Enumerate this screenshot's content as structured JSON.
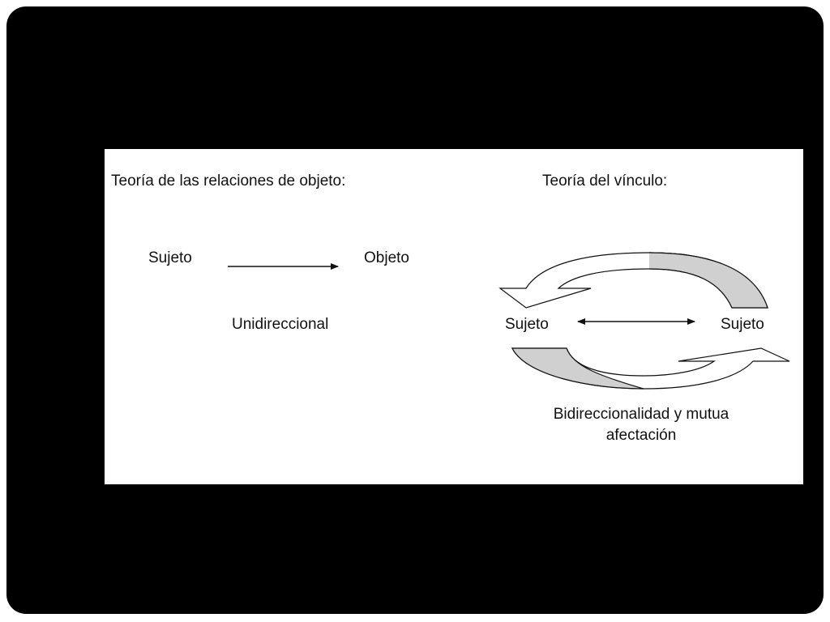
{
  "left": {
    "title": "Teoría de las relaciones de objeto:",
    "subject_label": "Sujeto",
    "object_label": "Objeto",
    "caption": "Unidireccional"
  },
  "right": {
    "title": "Teoría del vínculo:",
    "subject_left_label": "Sujeto",
    "subject_right_label": "Sujeto",
    "caption_line1": "Bidireccionalidad y mutua",
    "caption_line2": "afectación"
  },
  "colors": {
    "frame": "#000000",
    "panel": "#ffffff",
    "arrow_fill": "#d0d0d0",
    "stroke": "#111111"
  }
}
